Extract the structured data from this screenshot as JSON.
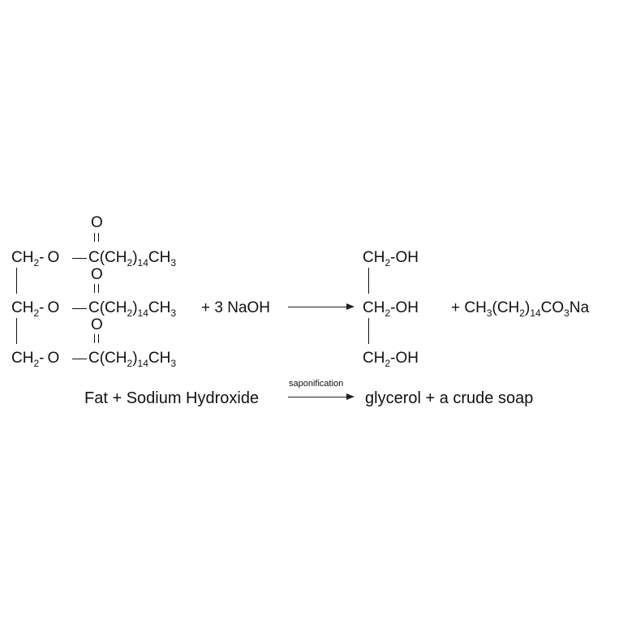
{
  "reaction": {
    "reactant_fat": {
      "rows": [
        {
          "ch2": "CH",
          "sub2": "2",
          "dash": "-",
          "o": "O",
          "bond": "—",
          "c": "C",
          "chain_open": "(CH",
          "chain_sub": "2",
          "chain_close": ")",
          "n": "14",
          "ch3": "CH",
          "sub3": "3",
          "carbonyl_o": "O"
        },
        {
          "ch2": "CH",
          "sub2": "2",
          "dash": "-",
          "o": "O",
          "bond": "—",
          "c": "C",
          "chain_open": "(CH",
          "chain_sub": "2",
          "chain_close": ")",
          "n": "14",
          "ch3": "CH",
          "sub3": "3",
          "carbonyl_o": "O"
        },
        {
          "ch2": "CH",
          "sub2": "2",
          "dash": "-",
          "o": "O",
          "bond": "—",
          "c": "C",
          "chain_open": "(CH",
          "chain_sub": "2",
          "chain_close": ")",
          "n": "14",
          "ch3": "CH",
          "sub3": "3",
          "carbonyl_o": "O"
        }
      ]
    },
    "plus_naoh": "+ 3 NaOH",
    "product_glycerol": {
      "rows": [
        {
          "ch2": "CH",
          "sub2": "2",
          "tail": "-OH"
        },
        {
          "ch2": "CH",
          "sub2": "2",
          "tail": "-OH"
        },
        {
          "ch2": "CH",
          "sub2": "2",
          "tail": "-OH"
        }
      ]
    },
    "product_soap": {
      "plus": "+ CH",
      "sub_a": "3",
      "mid": "(CH",
      "sub_b": "2",
      "close": ")",
      "sub_n": "14",
      "co": "CO",
      "sub_c": "3",
      "na": "Na"
    }
  },
  "word_equation": {
    "left": "Fat + Sodium Hydroxide",
    "arrow_label": "saponification",
    "right": "glycerol + a crude soap"
  }
}
